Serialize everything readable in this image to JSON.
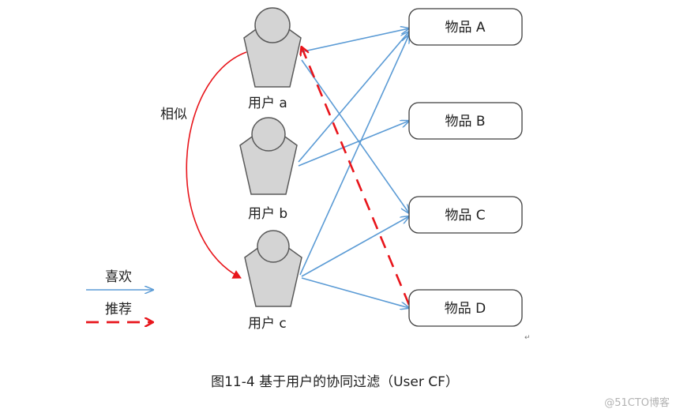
{
  "users": [
    {
      "label": "用户 a"
    },
    {
      "label": "用户 b"
    },
    {
      "label": "用户 c"
    }
  ],
  "items": [
    {
      "label": "物品 A"
    },
    {
      "label": "物品 B"
    },
    {
      "label": "物品 C"
    },
    {
      "label": "物品 D"
    }
  ],
  "similarity_label": "相似",
  "legend": {
    "likes_label": "喜欢",
    "recommend_label": "推荐"
  },
  "caption": "图11-4 基于用户的协同过滤（User CF）",
  "watermark": "@51CTO博客",
  "colors": {
    "like_edge": "#5b9bd5",
    "recommend_edge": "#e8151b",
    "similar_edge": "#e8151b",
    "node_fill": "#d4d4d4",
    "node_stroke": "#595959",
    "box_stroke": "#3f3f3f"
  }
}
